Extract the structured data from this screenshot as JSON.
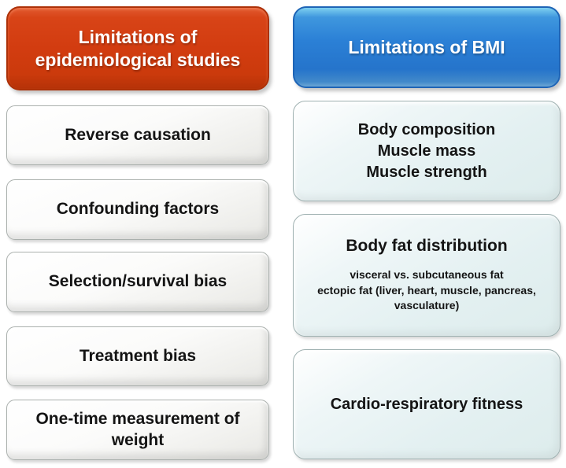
{
  "figure": {
    "left_column": {
      "header": "Limitations of epidemiological studies",
      "header_color": "#d23c10",
      "items": [
        {
          "label": "Reverse causation"
        },
        {
          "label": "Confounding factors"
        },
        {
          "label": "Selection/survival bias"
        },
        {
          "label": "Treatment bias"
        },
        {
          "label": "One-time measurement of weight"
        }
      ]
    },
    "right_column": {
      "header": "Limitations of BMI",
      "header_color": "#2a7cd0",
      "items": [
        {
          "lines": [
            "Body composition",
            "Muscle mass",
            "Muscle strength"
          ]
        },
        {
          "title": "Body fat distribution",
          "sub_lines": [
            "visceral vs. subcutaneous fat",
            "ectopic fat (liver, heart, muscle, pancreas, vasculature)"
          ]
        },
        {
          "label": "Cardio-respiratory fitness"
        }
      ]
    },
    "box_colors": {
      "left_item_fill": "#f2f2ef",
      "right_item_fill": "#e3f0f1",
      "text": "#141414",
      "header_text": "#ffffff"
    }
  }
}
